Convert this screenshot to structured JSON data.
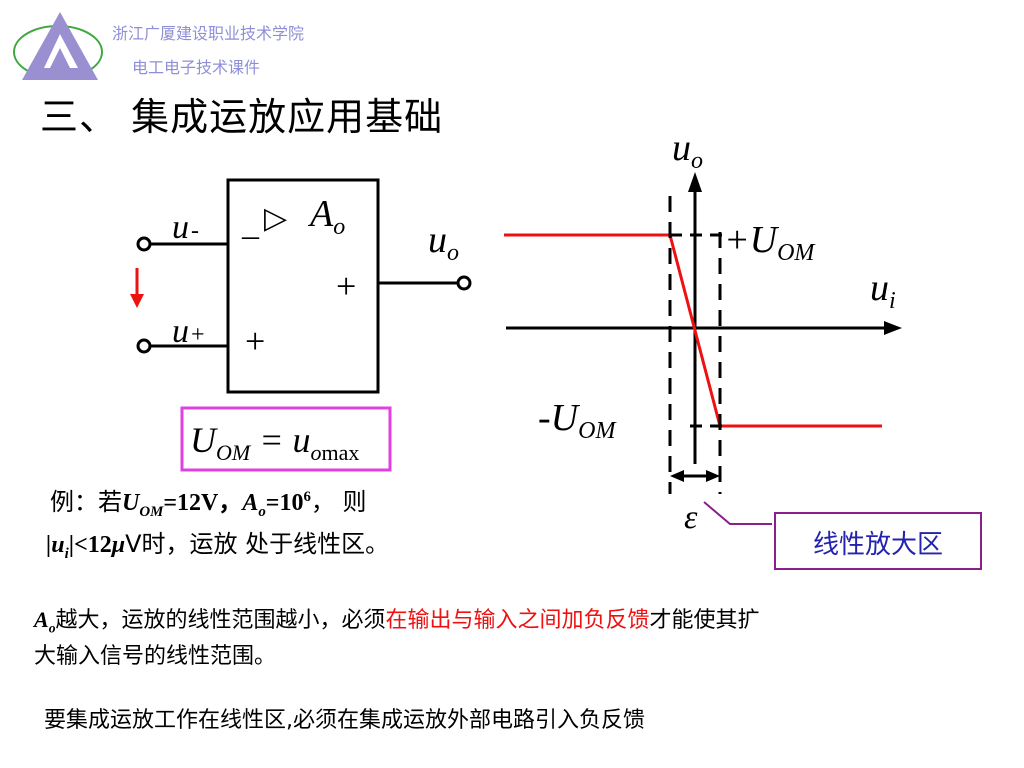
{
  "header": {
    "institution": "浙江广厦建设职业技术学院",
    "course": "电工电子技术课件",
    "logo_icon": "triangle-logo-icon"
  },
  "title": "三、  集成运放应用基础",
  "circuit": {
    "u_minus": "u",
    "u_minus_sign": "-",
    "u_plus": "u",
    "u_plus_sign": "+",
    "ui": "u",
    "ui_sub": "i",
    "uo": "u",
    "uo_sub": "o",
    "minus_input": "–",
    "plus_input": "+",
    "plus_output": "+",
    "gain": "A",
    "gain_sub": "o",
    "triangle_symbol": "▷",
    "formula_U": "U",
    "formula_U_sub": "OM",
    "formula_eq": " = u",
    "formula_u_sub": "o",
    "formula_max": "max"
  },
  "graph": {
    "y_label": "u",
    "y_label_sub": "o",
    "x_label": "u",
    "x_label_sub": "i",
    "pos_sat": "+U",
    "pos_sat_sub": "OM",
    "neg_sat": "-U",
    "neg_sat_sub": "OM",
    "epsilon": "ε",
    "region_label": "线性放大区"
  },
  "example": {
    "prefix": "例：若",
    "U": "U",
    "U_sub": "OM",
    "eq12": "=12V，",
    "A": "A",
    "A_sub": "o",
    "eq10": "=10",
    "eq10_sup": "6",
    "then": "， 则",
    "abs_open": "|u",
    "abs_sub": "i",
    "abs_close": "|<12",
    "mu": "μ",
    "tail": "V时，运放 处于线性区。"
  },
  "note": {
    "A": "A",
    "A_sub": "o",
    "part1": "越大，运放的线性范围越小，必须",
    "part2": "在输出与输入之间加负反馈",
    "part3": "才能使其扩",
    "line2": "大输入信号的线性范围。"
  },
  "conclusion": "要集成运放工作在线性区,必须在集成运放外部电路引入负反馈",
  "colors": {
    "red": "#ee1111",
    "magenta_box": "#e040e0",
    "purple_box": "#8a1f8a",
    "region_text": "#2323b0",
    "header_text": "#8f8fd8"
  }
}
